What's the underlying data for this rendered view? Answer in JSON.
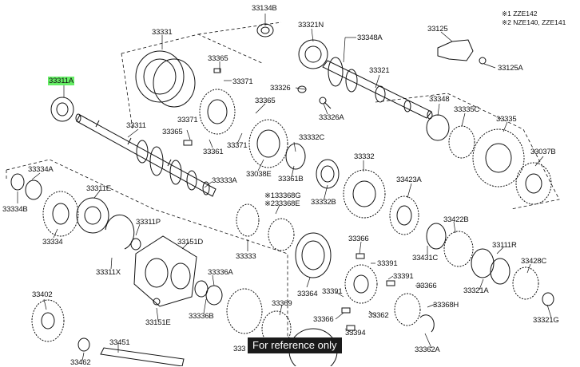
{
  "notes": [
    "※1 ZZE142",
    "※2 NZE140, ZZE141"
  ],
  "watermark": "For reference only",
  "callouts": {
    "c33134B": "33134B",
    "c33321N": "33321N",
    "c33348A": "33348A",
    "c33125": "33125",
    "c33331": "33331",
    "c33365a": "33365",
    "c33371a": "33371",
    "c33326": "33326",
    "c33321": "33321",
    "c33125A": "33125A",
    "c33311A": "33311A",
    "c33365b": "33365",
    "c33326A": "33326A",
    "c33348": "33348",
    "c33335C": "33335C",
    "c33335": "33335",
    "c33371b": "33371",
    "c33311": "33311",
    "c33365c": "33365",
    "c33361": "33361",
    "c33371c": "33371",
    "c33332C": "33332C",
    "c33037B": "33037B",
    "c33038E": "33038E",
    "c33361B": "33361B",
    "c33332": "33332",
    "c33334A": "33334A",
    "c33333A": "33333A",
    "c33423A": "33423A",
    "c33311E": "33311E",
    "c33368G": "※133368G",
    "c33368E": "※233368E",
    "c33332B": "33332B",
    "c33334B": "33334B",
    "c33311P": "33311P",
    "c33422B": "33422B",
    "c33334": "33334",
    "c33151D": "33151D",
    "c33366a": "33366",
    "c33111R": "33111R",
    "c33311X": "33311X",
    "c33333": "33333",
    "c33391a": "33391",
    "c33431C": "33431C",
    "c33428C": "33428C",
    "c33336A": "33336A",
    "c33391b": "33391",
    "c33364": "33364",
    "c33366b": "33366",
    "c33391c": "33391",
    "c33321A": "33321A",
    "c33402": "33402",
    "c33369": "33369",
    "c33368H": "33368H",
    "c33336B": "33336B",
    "c33151E": "33151E",
    "c33362": "33362",
    "c33366c": "33366",
    "c33321G": "33321G",
    "c33394": "33394",
    "c33451": "33451",
    "c33362A": "33362A",
    "c33462": "33462",
    "c333x": "333"
  }
}
